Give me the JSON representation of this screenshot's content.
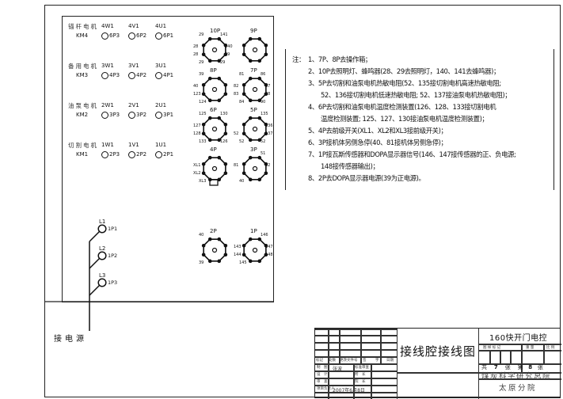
{
  "motors": [
    {
      "name": "锚杆电机",
      "km": "KM4",
      "phases": [
        {
          "terminal": "4W1",
          "pin": "6P3"
        },
        {
          "terminal": "4V1",
          "pin": "6P2"
        },
        {
          "terminal": "4U1",
          "pin": "6P1"
        }
      ]
    },
    {
      "name": "备用电机",
      "km": "KM3",
      "phases": [
        {
          "terminal": "3W1",
          "pin": "4P3"
        },
        {
          "terminal": "3V1",
          "pin": "4P2"
        },
        {
          "terminal": "3U1",
          "pin": "4P1"
        }
      ]
    },
    {
      "name": "油泵电机",
      "km": "KM2",
      "phases": [
        {
          "terminal": "2W1",
          "pin": "3P3"
        },
        {
          "terminal": "2V1",
          "pin": "3P2"
        },
        {
          "terminal": "2U1",
          "pin": "3P1"
        }
      ]
    },
    {
      "name": "切割电机",
      "km": "KM1",
      "phases": [
        {
          "terminal": "1W1",
          "pin": "2P3"
        },
        {
          "terminal": "1V1",
          "pin": "2P2"
        },
        {
          "terminal": "1U1",
          "pin": "2P1"
        }
      ]
    }
  ],
  "connectors": [
    {
      "name": "10P",
      "pins": [
        [
          "top-left",
          "29"
        ],
        [
          "top-right",
          "141"
        ],
        [
          "left-upper",
          "28"
        ],
        [
          "right-upper",
          "140"
        ],
        [
          "left-lower",
          "28"
        ],
        [
          "right-lower",
          "29"
        ],
        [
          "bottom-left",
          "29"
        ],
        [
          "bottom-right",
          "29"
        ]
      ]
    },
    {
      "name": "9P",
      "pins": []
    },
    {
      "name": "8P",
      "pins": [
        [
          "top-left",
          "39"
        ],
        [
          "left-upper",
          "40"
        ],
        [
          "left-lower",
          "123"
        ],
        [
          "bottom-left",
          "124"
        ]
      ]
    },
    {
      "name": "7P",
      "pins": [
        [
          "top-left",
          "81"
        ],
        [
          "top-right",
          "86"
        ],
        [
          "left-upper",
          "82"
        ],
        [
          "right-upper",
          "87"
        ],
        [
          "left-lower",
          "83"
        ],
        [
          "right-lower",
          "88"
        ],
        [
          "bottom-left",
          "84"
        ],
        [
          "bottom-right",
          "90"
        ]
      ]
    },
    {
      "name": "6P",
      "pins": [
        [
          "top-left",
          "125"
        ],
        [
          "top-right",
          "130"
        ],
        [
          "left-upper",
          "127"
        ],
        [
          "left-lower",
          "128"
        ],
        [
          "bottom-left",
          "133"
        ],
        [
          "bottom-right",
          "126"
        ]
      ]
    },
    {
      "name": "5P",
      "pins": [
        [
          "top-right",
          "135"
        ],
        [
          "right-upper",
          "136"
        ],
        [
          "left-lower",
          "52"
        ],
        [
          "right-lower",
          "137"
        ],
        [
          "bottom-left",
          "52"
        ],
        [
          "bottom-right",
          "52"
        ]
      ]
    },
    {
      "name": "4P",
      "pins": [
        [
          "left-upper",
          "XL1"
        ],
        [
          "left-lower",
          "XL2"
        ],
        [
          "bottom-left",
          "XL3"
        ]
      ]
    },
    {
      "name": "3P",
      "pins": [
        [
          "top-right",
          "51"
        ],
        [
          "left-upper",
          "81"
        ],
        [
          "right-upper",
          "52"
        ],
        [
          "bottom-left",
          "40"
        ]
      ]
    },
    {
      "name": "2P",
      "pins": [
        [
          "top-left",
          "40"
        ],
        [
          "bottom-left",
          "39"
        ]
      ]
    },
    {
      "name": "1P",
      "pins": [
        [
          "top-right",
          "146"
        ],
        [
          "left-upper",
          "143"
        ],
        [
          "right-upper",
          "147"
        ],
        [
          "left-lower",
          "144"
        ],
        [
          "right-lower",
          "148"
        ],
        [
          "bottom-left",
          "145"
        ]
      ]
    }
  ],
  "power": {
    "lines": [
      {
        "label": "L1",
        "pin": "1P1"
      },
      {
        "label": "L2",
        "pin": "1P2"
      },
      {
        "label": "L3",
        "pin": "1P3"
      }
    ],
    "caption": "接电源"
  },
  "notes": {
    "prefix": "注：",
    "lines": [
      "1、7P、8P去操作箱；",
      "2、10P去照明灯、蜂鸣器(28、29去照明灯，140、141去蜂鸣器)；",
      "3、5P去切割和油泵电机热敏电阻(52、135接切割电机高速热敏电阻;",
      "52、136接切割电机低速热敏电阻; 52、137接油泵电机热敏电阻)；",
      "4、6P去切割和油泵电机温度检测装置(126、128、133接切割电机",
      "温度检测装置; 125、127、130接油泵电机温度检测装置)；",
      "5、4P去前级开关(XL1、XL2和XL3接前级开关)；",
      "6、3P接机体另侧急停(40、81接机体另侧急停)；",
      "7、1P接瓦斯传感器和DOPA显示器信号(146、147接传感器的正、负电源;",
      "148接传感器输出)；",
      "8、2P去DOPA显示器电源(39为正电源)。"
    ]
  },
  "title_block": {
    "drawing_title": "接线腔接线图",
    "product": "160快开门电控",
    "header_labels": [
      "图 样 标 记",
      "重 量",
      "比 例"
    ],
    "sheet_total_label": "共",
    "sheet_total": "7",
    "sheet_unit": "张",
    "sheet_no_label": "第",
    "sheet_no": "8",
    "sheet_unit2": "张",
    "org_line1": "煤炭科学研究总院",
    "org_line2": "太原分院",
    "rev_headers": [
      "标记",
      "处数",
      "更改文件号",
      "签",
      "字",
      "日期"
    ],
    "roles": [
      [
        "制　图",
        "张波",
        "标准审查"
      ],
      [
        "设　计",
        "",
        "所　长"
      ],
      [
        "审　查",
        "",
        "院　长"
      ],
      [
        "项目负责人",
        "2007年6月8日",
        ""
      ]
    ]
  }
}
